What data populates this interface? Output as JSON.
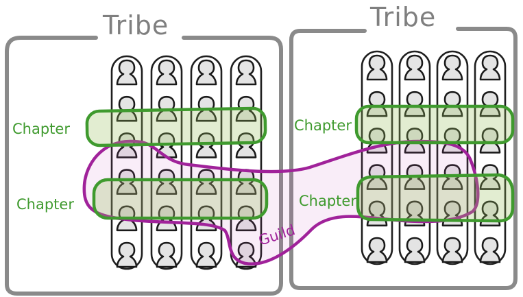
{
  "diagram": {
    "tribes": [
      {
        "label": "Tribe"
      },
      {
        "label": "Tribe"
      }
    ],
    "chapters": [
      {
        "label": "Chapter"
      },
      {
        "label": "Chapter"
      },
      {
        "label": "Chapter"
      },
      {
        "label": "Chapter"
      }
    ],
    "guild": {
      "label": "Guild"
    },
    "squads_per_tribe": 4,
    "members_per_squad": 6,
    "colors": {
      "tribe": "#8a8a8a",
      "chapter": "#3f9a2e",
      "guild": "#a0229a",
      "person_fill": "#e4e4e4"
    }
  }
}
